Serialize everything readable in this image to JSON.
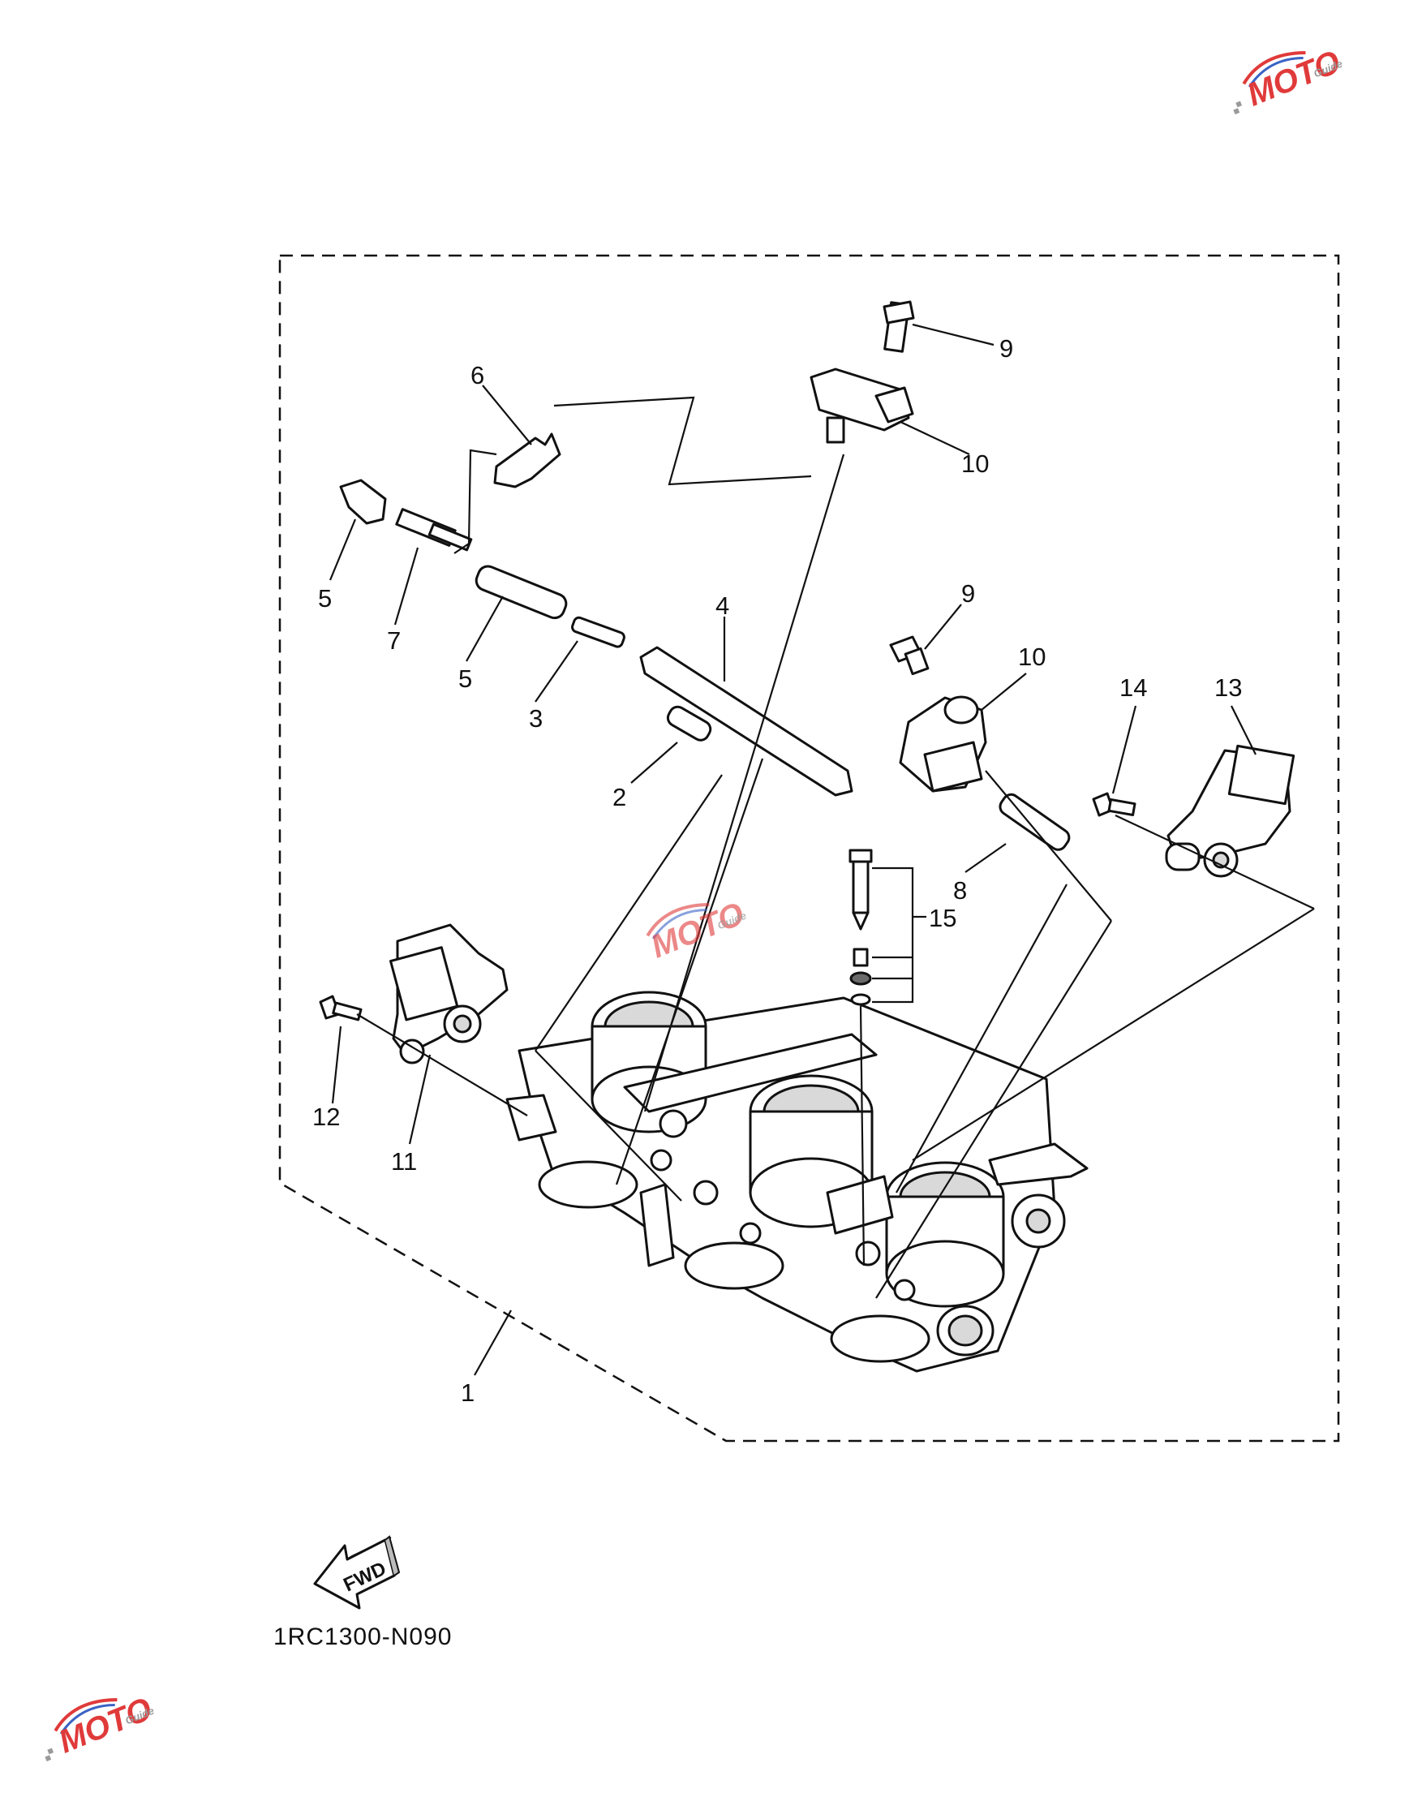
{
  "diagram": {
    "callouts": [
      {
        "id": "c1",
        "text": "1"
      },
      {
        "id": "c2",
        "text": "2"
      },
      {
        "id": "c3",
        "text": "3"
      },
      {
        "id": "c4",
        "text": "4"
      },
      {
        "id": "c5a",
        "text": "5"
      },
      {
        "id": "c5b",
        "text": "5"
      },
      {
        "id": "c6",
        "text": "6"
      },
      {
        "id": "c7",
        "text": "7"
      },
      {
        "id": "c8",
        "text": "8"
      },
      {
        "id": "c9a",
        "text": "9"
      },
      {
        "id": "c9b",
        "text": "9"
      },
      {
        "id": "c10a",
        "text": "10"
      },
      {
        "id": "c10b",
        "text": "10"
      },
      {
        "id": "c11",
        "text": "11"
      },
      {
        "id": "c12",
        "text": "12"
      },
      {
        "id": "c13",
        "text": "13"
      },
      {
        "id": "c14",
        "text": "14"
      },
      {
        "id": "c15",
        "text": "15"
      }
    ],
    "fwd_label": "FWD",
    "diagram_code": "1RC1300-N090"
  },
  "watermark": {
    "text": "MOTO",
    "sub": "Guide",
    "colors": {
      "red": "#e03a3a",
      "blue": "#3a63c4",
      "gray": "#9a9a9a"
    }
  }
}
